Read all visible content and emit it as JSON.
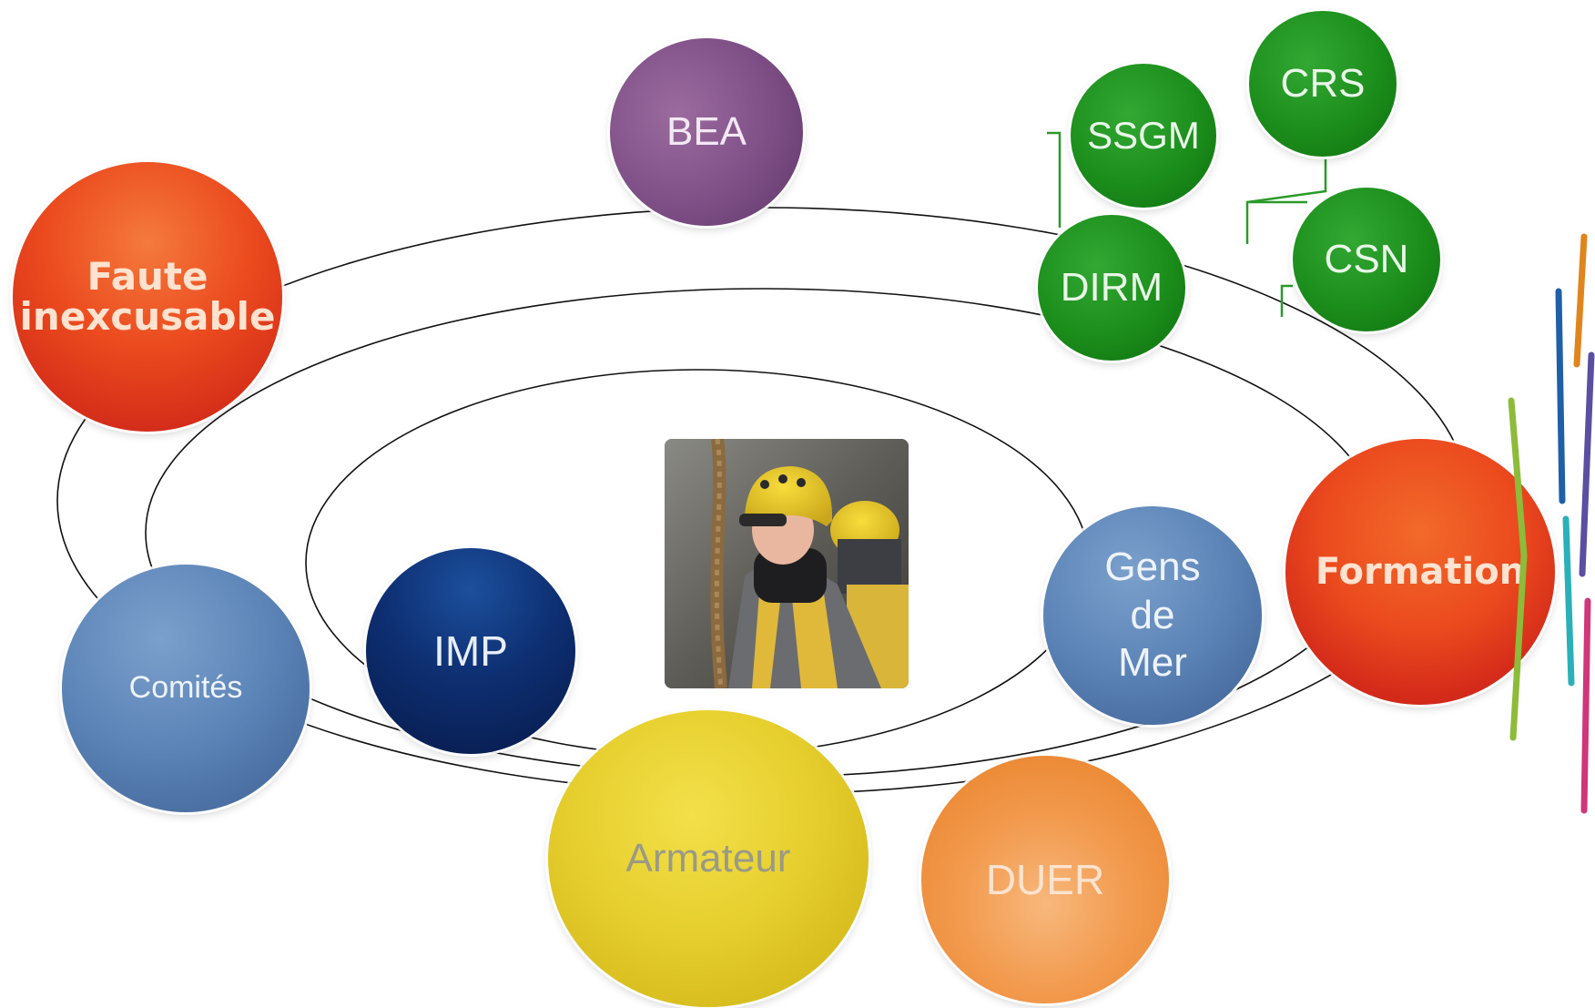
{
  "diagram": {
    "nodes": {
      "bea": "BEA",
      "faute_line1": "Faute",
      "faute_line2": "inexcusable",
      "ssgm": "SSGM",
      "crs": "CRS",
      "dirm": "DIRM",
      "csn": "CSN",
      "formation": "Formation",
      "comites": "Comités",
      "imp": "IMP",
      "gens_line1": "Gens",
      "gens_line2": "de",
      "gens_line3": "Mer",
      "armateur": "Armateur",
      "duer": "DUER"
    },
    "colors": {
      "purple": "#7e4f86",
      "red_orange": "#eb4a1e",
      "green": "#1b8d1b",
      "steel_blue": "#5b83b6",
      "navy": "#0e2f72",
      "yellow": "#e6cf2e",
      "orange": "#f29a4e",
      "connector_green": "#2a9a2a"
    },
    "photo": {
      "subject": "seafarer-with-yellow-helmet"
    }
  }
}
